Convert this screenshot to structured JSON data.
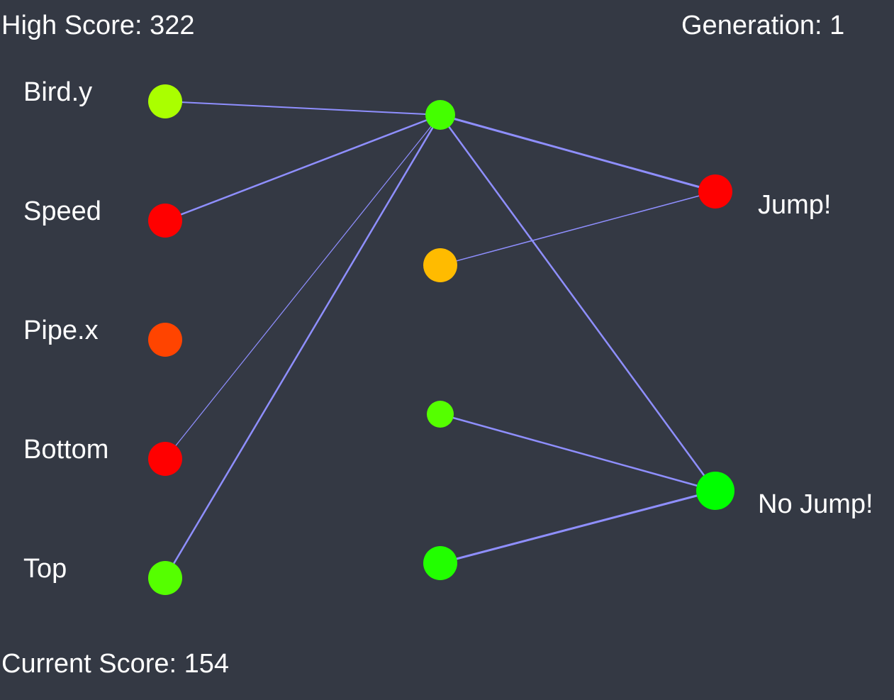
{
  "hud": {
    "high_score_text": "High Score: 322",
    "generation_text": "Generation: 1",
    "current_score_text": "Current Score: 154"
  },
  "network": {
    "inputs": [
      {
        "label": "Bird.y",
        "color": "#aaff00"
      },
      {
        "label": "Speed",
        "color": "#ff0000"
      },
      {
        "label": "Pipe.x",
        "color": "#ff4400"
      },
      {
        "label": "Bottom",
        "color": "#ff0000"
      },
      {
        "label": "Top",
        "color": "#55ff00"
      }
    ],
    "hidden": [
      {
        "color": "#44ff00"
      },
      {
        "color": "#ffbb00"
      },
      {
        "color": "#55ff00"
      },
      {
        "color": "#22ff00"
      }
    ],
    "outputs": [
      {
        "label": "Jump!",
        "color": "#ff0000"
      },
      {
        "label": "No Jump!",
        "color": "#00ff00"
      }
    ],
    "connection_color": "#8f8fff"
  }
}
